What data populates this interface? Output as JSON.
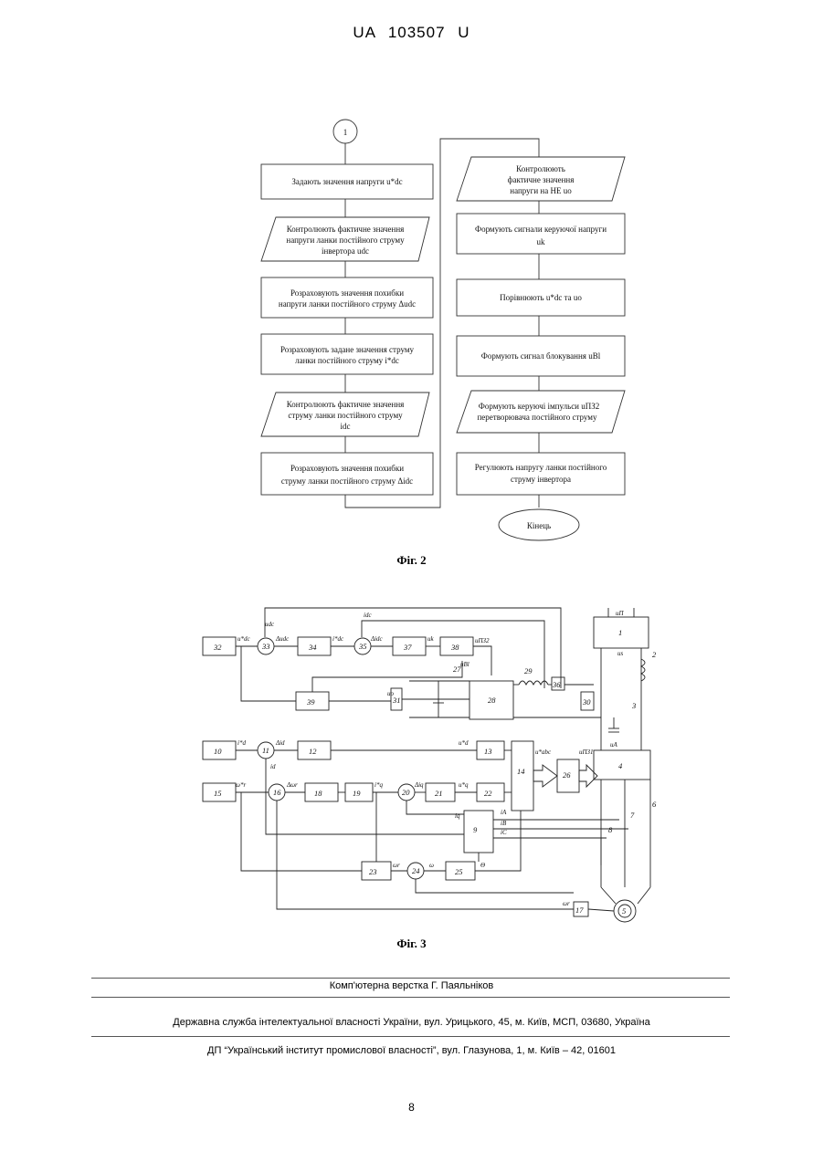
{
  "header": {
    "doc_id": "UA   103507   U"
  },
  "figure2": {
    "caption": "Фіг. 2",
    "connector": "1",
    "left_column": [
      "Задають значення напруги u*dc",
      "Контролюють фактичне значення",
      "напруги ланки постійного струму",
      "інвертора udc",
      "Розраховують значення похибки",
      "напруги ланки постійного струму Δudc",
      "Розраховують задане значення струму",
      "ланки постійного струму i*dc",
      "Контролюють фактичне значення",
      "струму ланки постійного струму",
      "idc",
      "Розраховують значення похибки",
      "струму ланки постійного струму Δidc"
    ],
    "right_column": [
      "Контролюють",
      "фактичне значення",
      "напруги на НЕ uо",
      "Формують сигнали керуючої напруги",
      "uk",
      "Порівнюють u*dc та uо",
      "Формують сигнал блокування uBl",
      "Формують керуючі імпульси uПЗ2",
      "перетворювача постійного струму",
      "Регулюють напругу ланки постійного",
      "струму інвертора",
      "Кінець"
    ]
  },
  "figure3": {
    "caption": "Фіг. 3",
    "blocks": [
      "32",
      "33",
      "34",
      "35",
      "37",
      "38",
      "39",
      "27",
      "28",
      "29",
      "30",
      "36",
      "31",
      "1",
      "2",
      "3",
      "4",
      "10",
      "11",
      "12",
      "13",
      "14",
      "26",
      "15",
      "16",
      "18",
      "19",
      "20",
      "21",
      "22",
      "9",
      "23",
      "24",
      "25",
      "17",
      "5",
      "6",
      "7",
      "8"
    ],
    "signals": [
      "udc",
      "u*dc",
      "Δudc",
      "i*dc",
      "Δidc",
      "idc",
      "uk",
      "uПЗ2",
      "uBl",
      "uо",
      "i*d",
      "id",
      "Δid",
      "u*d",
      "u*abc",
      "uПЗ1",
      "ω*r",
      "ωr",
      "Δωr",
      "i*q",
      "iq",
      "Δiq",
      "u*q",
      "iA",
      "iB",
      "iC",
      "ω",
      "Θ",
      "ωr",
      "uA",
      "uП",
      "us",
      "1",
      "2",
      "3"
    ]
  },
  "footer": {
    "layout_credit": "Комп'ютерна верстка Г. Паяльніков",
    "agency": "Державна служба інтелектуальної власності України, вул. Урицького, 45, м. Київ, МСП, 03680, Україна",
    "institute": "ДП “Український інститут промислової власності”, вул. Глазунова, 1, м. Київ – 42, 01601"
  },
  "page_number": "8"
}
